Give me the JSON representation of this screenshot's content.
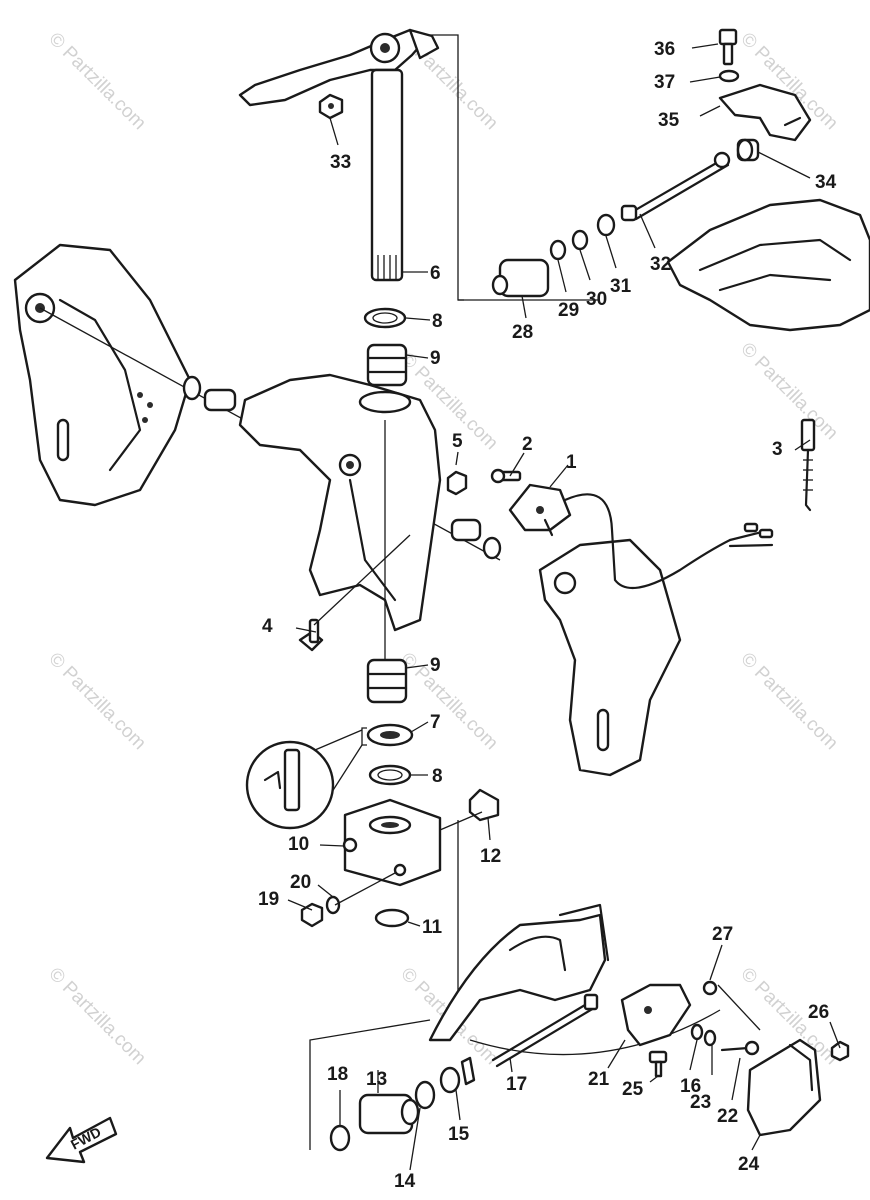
{
  "watermark_text": "© Partzilla.com",
  "fwd_label": "FWD",
  "callouts": [
    {
      "id": "1",
      "text": "1"
    },
    {
      "id": "2",
      "text": "2"
    },
    {
      "id": "3",
      "text": "3"
    },
    {
      "id": "4",
      "text": "4"
    },
    {
      "id": "5",
      "text": "5"
    },
    {
      "id": "6",
      "text": "6"
    },
    {
      "id": "7",
      "text": "7"
    },
    {
      "id": "8a",
      "text": "8"
    },
    {
      "id": "8b",
      "text": "8"
    },
    {
      "id": "9a",
      "text": "9"
    },
    {
      "id": "9b",
      "text": "9"
    },
    {
      "id": "10",
      "text": "10"
    },
    {
      "id": "11",
      "text": "11"
    },
    {
      "id": "12",
      "text": "12"
    },
    {
      "id": "13",
      "text": "13"
    },
    {
      "id": "14",
      "text": "14"
    },
    {
      "id": "15",
      "text": "15"
    },
    {
      "id": "16",
      "text": "16"
    },
    {
      "id": "17",
      "text": "17"
    },
    {
      "id": "18",
      "text": "18"
    },
    {
      "id": "19",
      "text": "19"
    },
    {
      "id": "20",
      "text": "20"
    },
    {
      "id": "21",
      "text": "21"
    },
    {
      "id": "22",
      "text": "22"
    },
    {
      "id": "23",
      "text": "23"
    },
    {
      "id": "24",
      "text": "24"
    },
    {
      "id": "25",
      "text": "25"
    },
    {
      "id": "26",
      "text": "26"
    },
    {
      "id": "27",
      "text": "27"
    },
    {
      "id": "28",
      "text": "28"
    },
    {
      "id": "29",
      "text": "29"
    },
    {
      "id": "30",
      "text": "30"
    },
    {
      "id": "31",
      "text": "31"
    },
    {
      "id": "32",
      "text": "32"
    },
    {
      "id": "33",
      "text": "33"
    },
    {
      "id": "34",
      "text": "34"
    },
    {
      "id": "35",
      "text": "35"
    },
    {
      "id": "36",
      "text": "36"
    },
    {
      "id": "37",
      "text": "37"
    }
  ]
}
